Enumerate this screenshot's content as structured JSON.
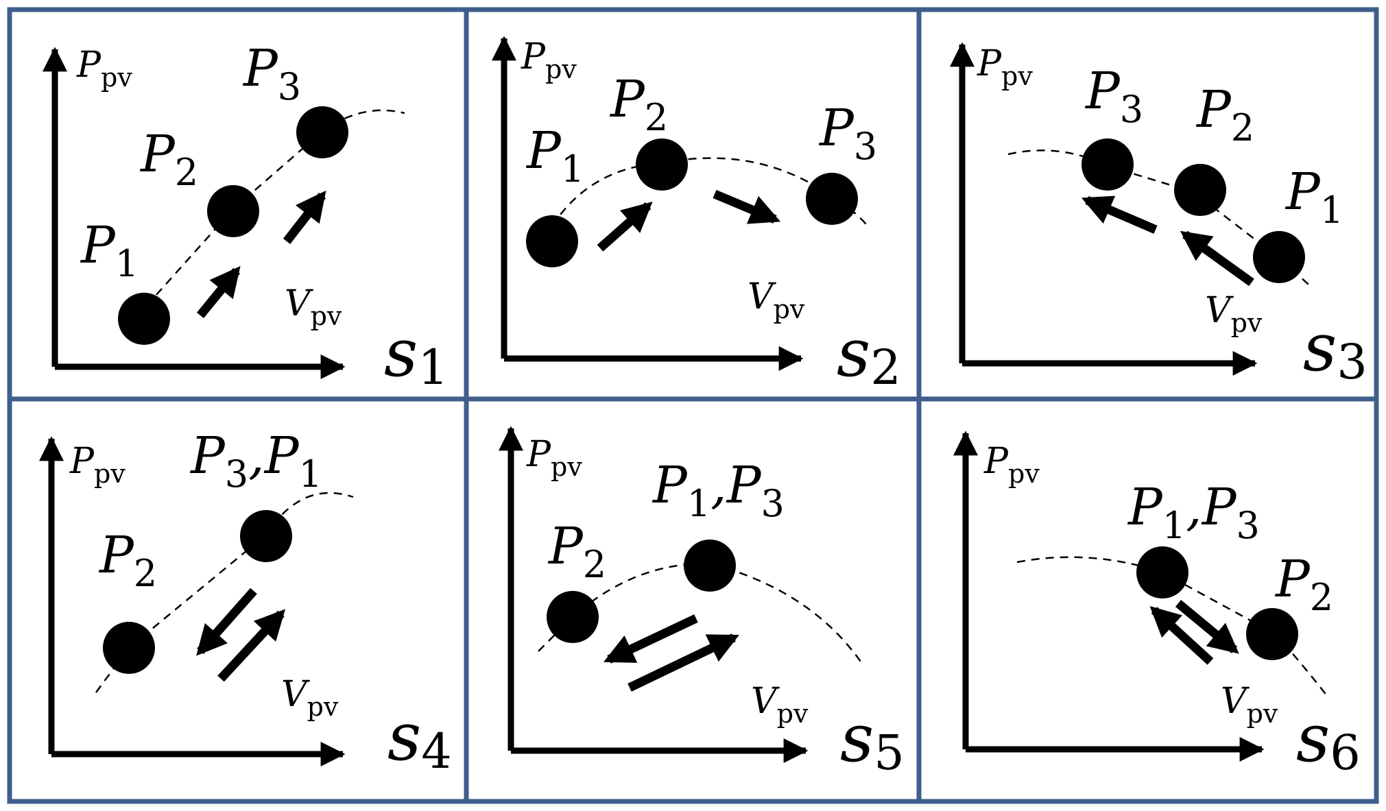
{
  "figure": {
    "border_color": "#3f5e8c",
    "panels": [
      {
        "state": {
          "base": "s",
          "sub": "1"
        },
        "y_label": {
          "base": "P",
          "sub": "pv"
        },
        "x_label": {
          "base": "V",
          "sub": "pv"
        },
        "points": [
          {
            "label": {
              "base": "P",
              "sub": "1"
            }
          },
          {
            "label": {
              "base": "P",
              "sub": "2"
            }
          },
          {
            "label": {
              "base": "P",
              "sub": "3"
            }
          }
        ]
      },
      {
        "state": {
          "base": "s",
          "sub": "2"
        },
        "y_label": {
          "base": "P",
          "sub": "pv"
        },
        "x_label": {
          "base": "V",
          "sub": "pv"
        },
        "points": [
          {
            "label": {
              "base": "P",
              "sub": "1"
            }
          },
          {
            "label": {
              "base": "P",
              "sub": "2"
            }
          },
          {
            "label": {
              "base": "P",
              "sub": "3"
            }
          }
        ]
      },
      {
        "state": {
          "base": "s",
          "sub": "3"
        },
        "y_label": {
          "base": "P",
          "sub": "pv"
        },
        "x_label": {
          "base": "V",
          "sub": "pv"
        },
        "points": [
          {
            "label": {
              "base": "P",
              "sub": "3"
            }
          },
          {
            "label": {
              "base": "P",
              "sub": "2"
            }
          },
          {
            "label": {
              "base": "P",
              "sub": "1"
            }
          }
        ]
      },
      {
        "state": {
          "base": "s",
          "sub": "4"
        },
        "y_label": {
          "base": "P",
          "sub": "pv"
        },
        "x_label": {
          "base": "V",
          "sub": "pv"
        },
        "points": [
          {
            "label": {
              "base": "P",
              "sub": "2"
            }
          },
          {
            "label": {
              "base": "P",
              "sub": "3",
              "sep": ",",
              "base2": "P",
              "sub2": "1"
            }
          }
        ]
      },
      {
        "state": {
          "base": "s",
          "sub": "5"
        },
        "y_label": {
          "base": "P",
          "sub": "pv"
        },
        "x_label": {
          "base": "V",
          "sub": "pv"
        },
        "points": [
          {
            "label": {
              "base": "P",
              "sub": "2"
            }
          },
          {
            "label": {
              "base": "P",
              "sub": "1",
              "sep": ",",
              "base2": "P",
              "sub2": "3"
            }
          }
        ]
      },
      {
        "state": {
          "base": "s",
          "sub": "6"
        },
        "y_label": {
          "base": "P",
          "sub": "pv"
        },
        "x_label": {
          "base": "V",
          "sub": "pv"
        },
        "points": [
          {
            "label": {
              "base": "P",
              "sub": "1",
              "sep": ",",
              "base2": "P",
              "sub2": "3"
            }
          },
          {
            "label": {
              "base": "P",
              "sub": "2"
            }
          }
        ]
      }
    ]
  }
}
